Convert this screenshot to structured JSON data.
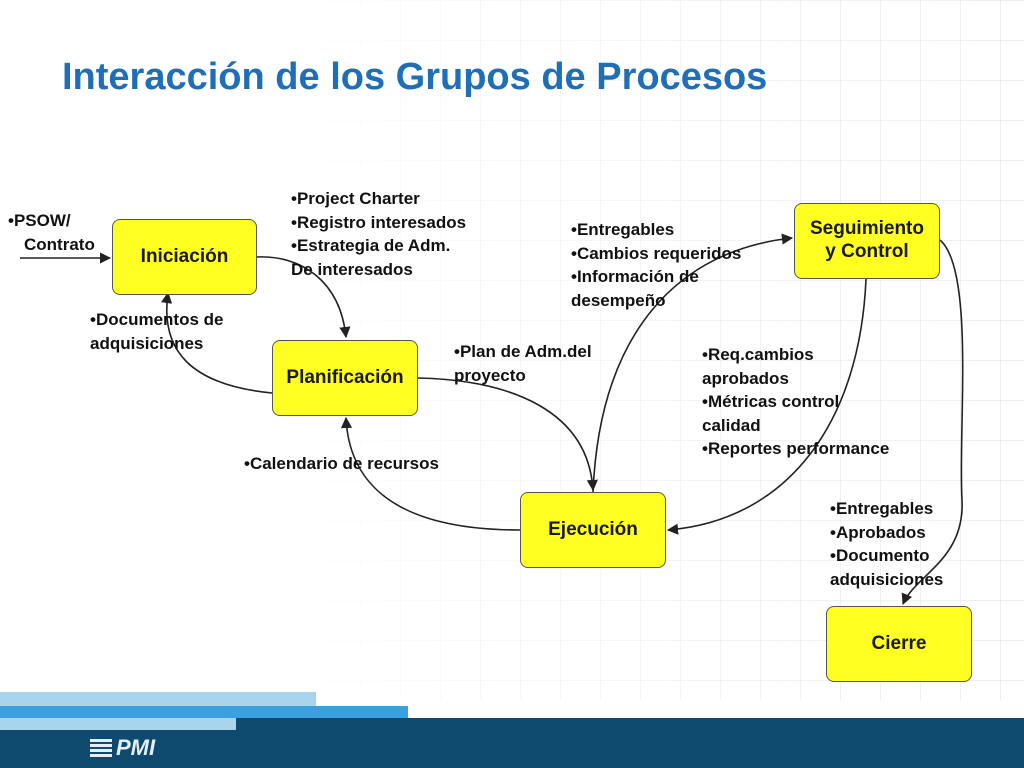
{
  "title": "Interacción de los Grupos de Procesos",
  "boxes": {
    "iniciacion": "Iniciación",
    "planificacion": "Planificación",
    "ejecucion": "Ejecución",
    "seguimiento": "Seguimiento y Control",
    "cierre": "Cierre"
  },
  "notes": {
    "psow": [
      "•PSOW/",
      "Contrato"
    ],
    "charter": [
      "•Project Charter",
      "•Registro  interesados",
      "•Estrategia  de Adm.",
      "De interesados"
    ],
    "documentos": [
      "•Documentos de",
      "adquisiciones"
    ],
    "plan": [
      "•Plan de Adm.del",
      "proyecto"
    ],
    "calendario": [
      "•Calendario de recursos"
    ],
    "entregables1": [
      "•Entregables",
      "•Cambios requeridos",
      "•Información de",
      "desempeño"
    ],
    "reqcambios": [
      "•Req.cambios",
      "aprobados",
      "•Métricas control",
      "calidad",
      "•Reportes performance"
    ],
    "entregables2": [
      "•Entregables",
      "•Aprobados",
      "•Documento",
      "adquisiciones"
    ]
  },
  "logo": "PMI",
  "colors": {
    "title": "#1f6fb8",
    "box_fill": "#ffff22",
    "footer_dark": "#0e4a6e",
    "footer_light": "#3ba0dd",
    "footer_pale": "#a9d4ee"
  }
}
